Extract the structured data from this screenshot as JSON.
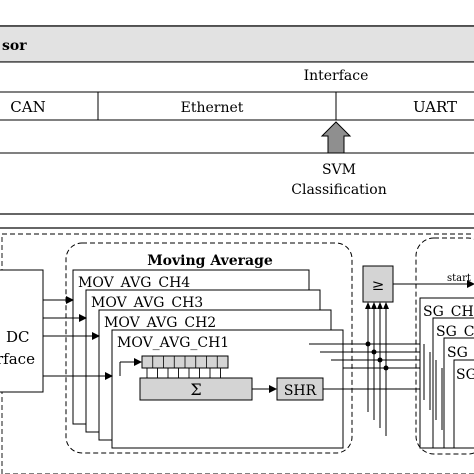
{
  "processor": {
    "title": "sor",
    "interface_label": "Interface",
    "interfaces": [
      "CAN",
      "Ethernet",
      "UART"
    ],
    "svm_line1": "SVM",
    "svm_line2": "Classification"
  },
  "fpga": {
    "adc_line1": "DC",
    "adc_line2": "rface",
    "moving_average_label": "Moving Average",
    "channels": [
      "MOV_AVG_CH4",
      "MOV_AVG_CH3",
      "MOV_AVG_CH2",
      "MOV_AVG_CH1"
    ],
    "sum_symbol": "Σ",
    "shr_label": "SHR",
    "compare_symbol": "≥",
    "start_label": "start",
    "sg_labels": [
      "SG_CH",
      "SG_C",
      "SG",
      "SG"
    ]
  }
}
